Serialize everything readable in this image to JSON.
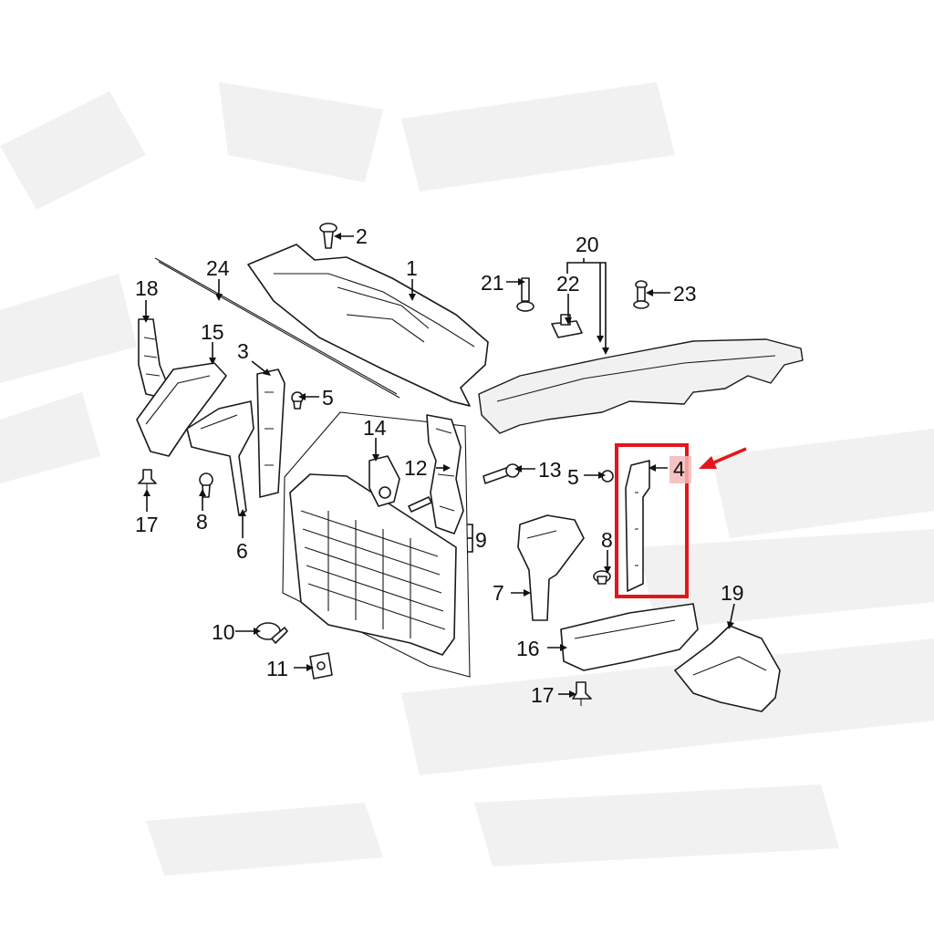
{
  "diagram": {
    "callouts": [
      {
        "id": "1",
        "text": "1"
      },
      {
        "id": "2",
        "text": "2"
      },
      {
        "id": "3",
        "text": "3"
      },
      {
        "id": "4",
        "text": "4"
      },
      {
        "id": "5a",
        "text": "5"
      },
      {
        "id": "5b",
        "text": "5"
      },
      {
        "id": "6",
        "text": "6"
      },
      {
        "id": "7",
        "text": "7"
      },
      {
        "id": "8a",
        "text": "8"
      },
      {
        "id": "8b",
        "text": "8"
      },
      {
        "id": "9",
        "text": "9"
      },
      {
        "id": "10",
        "text": "10"
      },
      {
        "id": "11",
        "text": "11"
      },
      {
        "id": "12",
        "text": "12"
      },
      {
        "id": "13",
        "text": "13"
      },
      {
        "id": "14",
        "text": "14"
      },
      {
        "id": "15",
        "text": "15"
      },
      {
        "id": "16",
        "text": "16"
      },
      {
        "id": "17a",
        "text": "17"
      },
      {
        "id": "17b",
        "text": "17"
      },
      {
        "id": "18",
        "text": "18"
      },
      {
        "id": "19",
        "text": "19"
      },
      {
        "id": "20",
        "text": "20"
      },
      {
        "id": "21",
        "text": "21"
      },
      {
        "id": "22",
        "text": "22"
      },
      {
        "id": "23",
        "text": "23"
      },
      {
        "id": "24",
        "text": "24"
      }
    ],
    "highlighted_part": "4",
    "colors": {
      "highlight": "#e3161b",
      "label_highlight": "#f2b8b8",
      "line": "#1a1a1a",
      "watermark": "#ececec"
    }
  }
}
